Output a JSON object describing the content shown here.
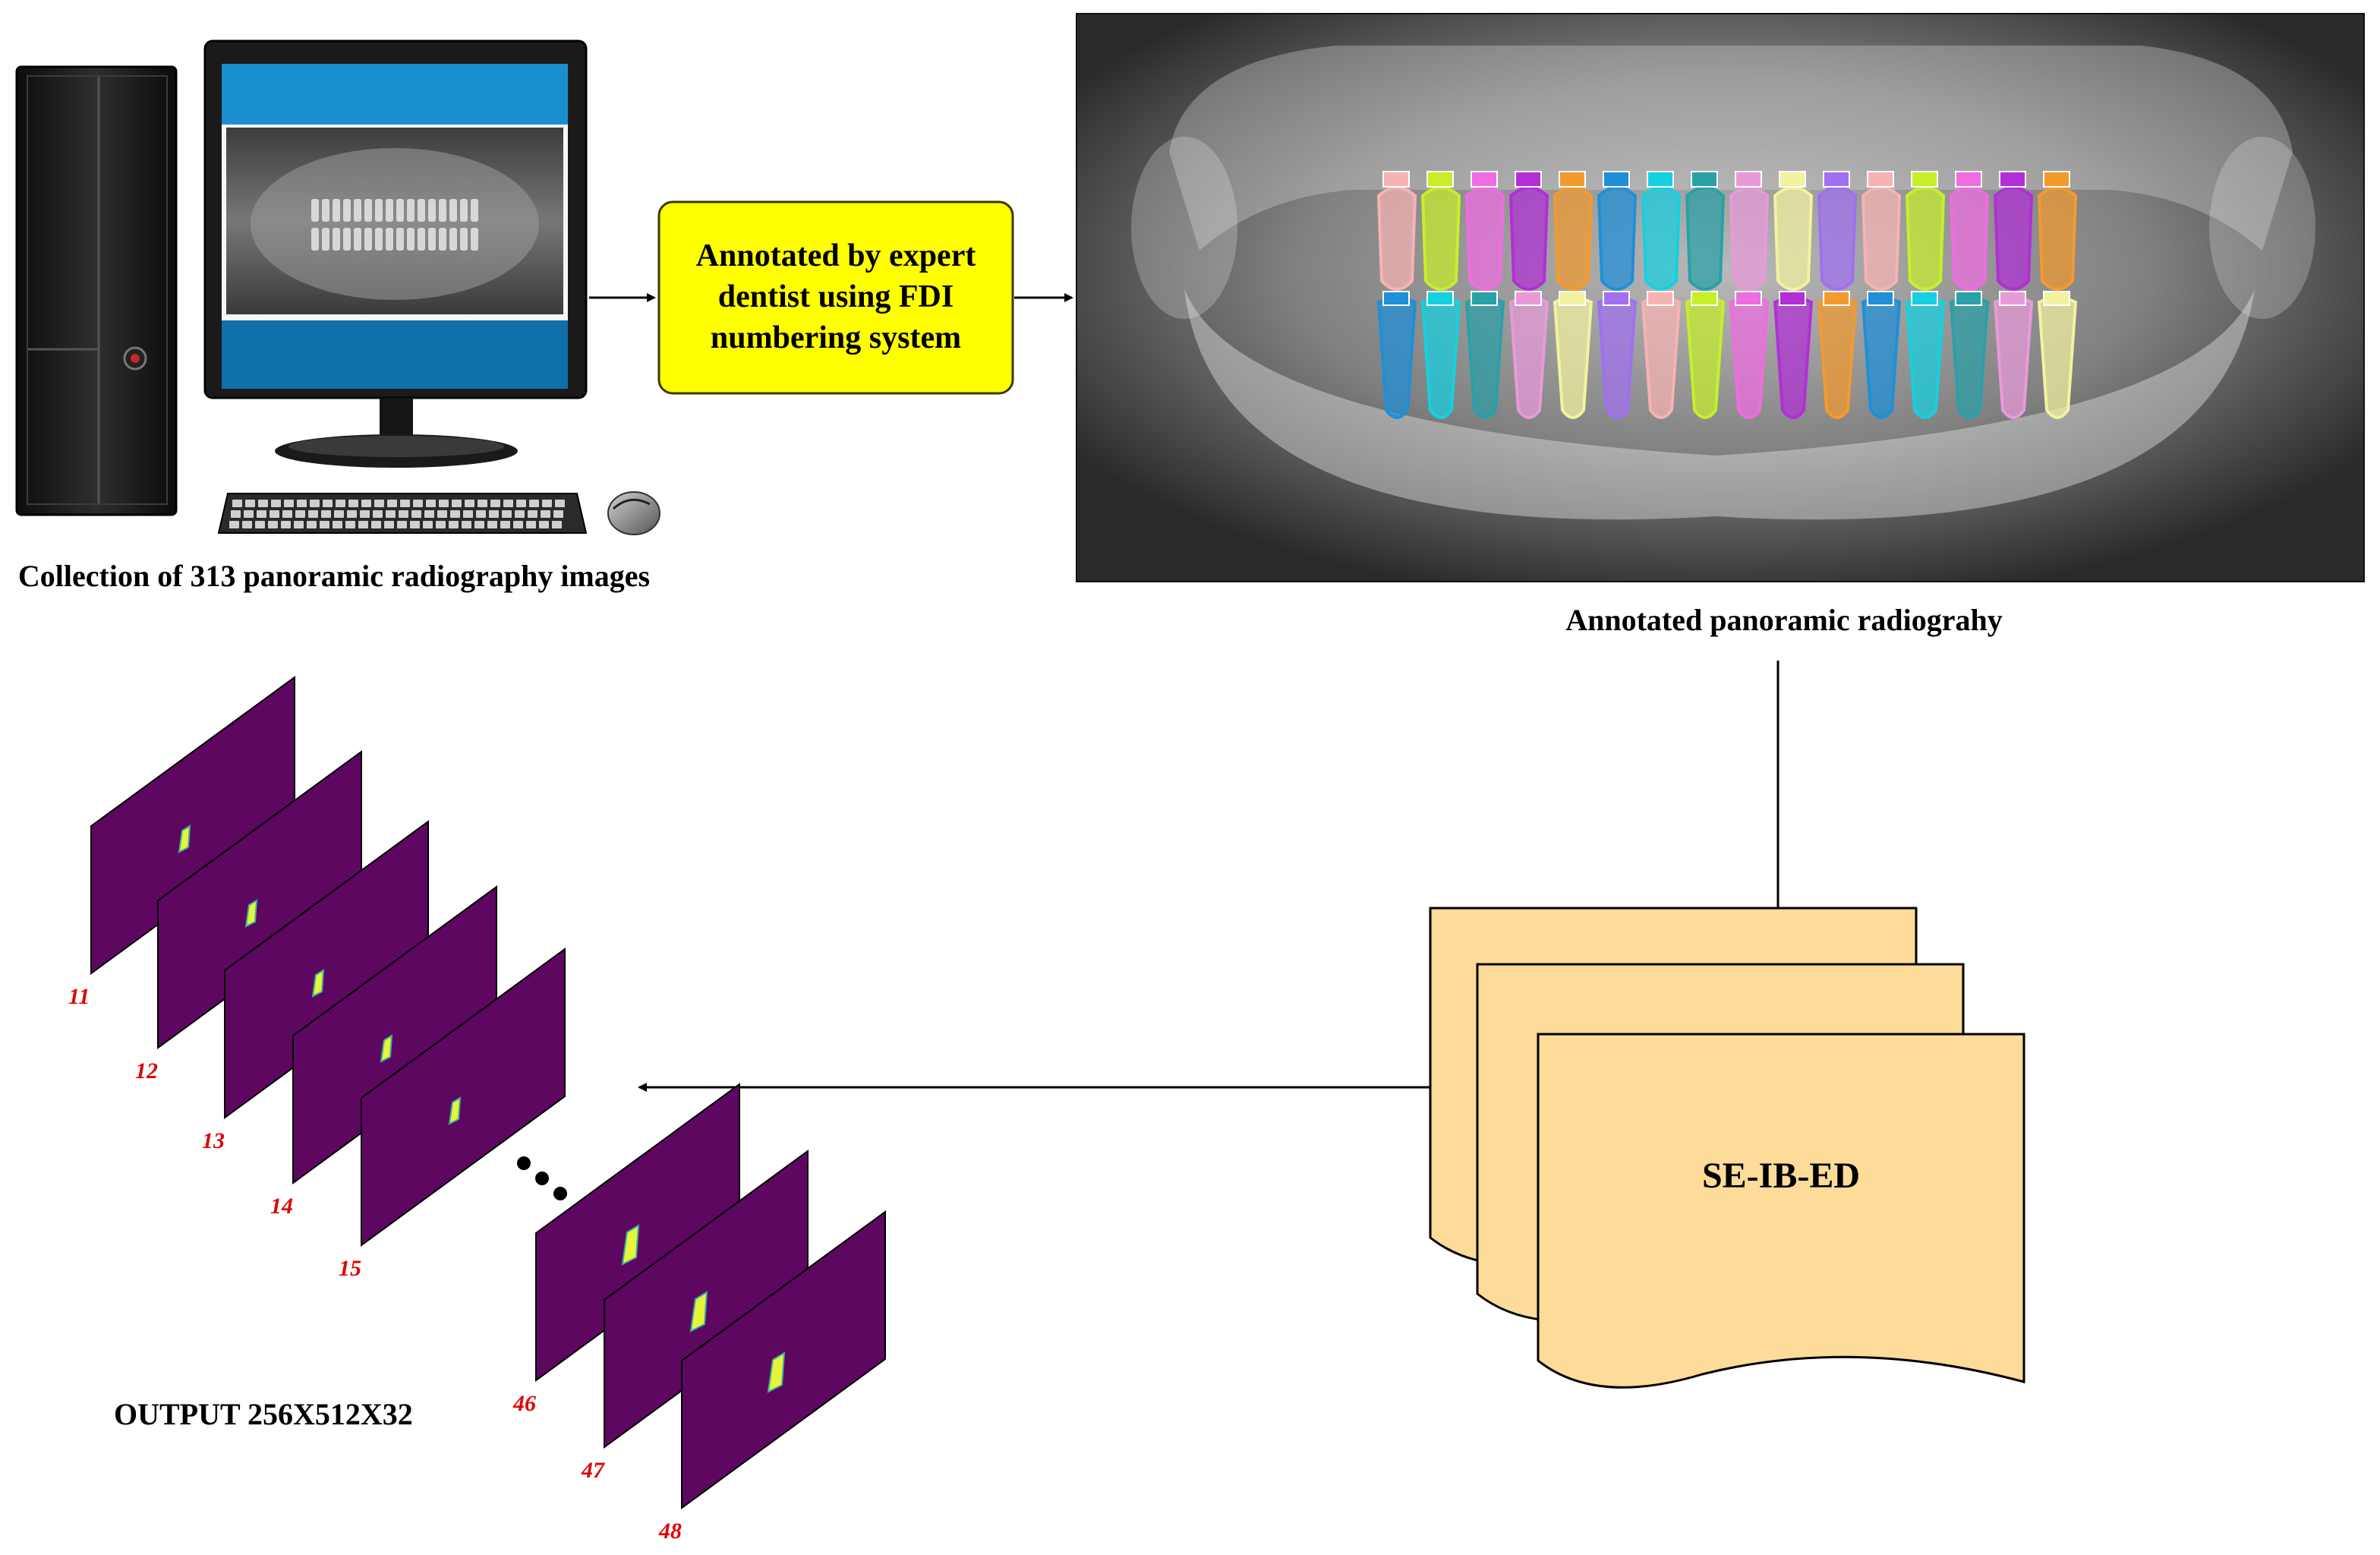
{
  "collection": {
    "caption": "Collection of 313 panoramic radiography images"
  },
  "annotation_box": {
    "text_lines": [
      "Annotated by expert",
      "dentist using FDI",
      "numbering system"
    ],
    "fill": "#ffff00",
    "border": "#3a3a00"
  },
  "annotated_image": {
    "caption": "Annotated panoramic radiograhy",
    "tooth_colors": [
      "#f6b3b3",
      "#c6ef2a",
      "#ee6de0",
      "#b22fd6",
      "#f39a2f",
      "#1f8fd8",
      "#16d0e0",
      "#2aa0a8",
      "#e89ad8",
      "#f2f2a0",
      "#a070f0"
    ]
  },
  "model": {
    "label": "SE-IB-ED",
    "fill": "#fddb99"
  },
  "output": {
    "label": "OUTPUT 256X512X32",
    "slice_color": "#5d0760",
    "slices_top": [
      "11",
      "12",
      "13",
      "14",
      "15"
    ],
    "slices_bottom": [
      "46",
      "47",
      "48"
    ],
    "ellipsis": "..."
  }
}
